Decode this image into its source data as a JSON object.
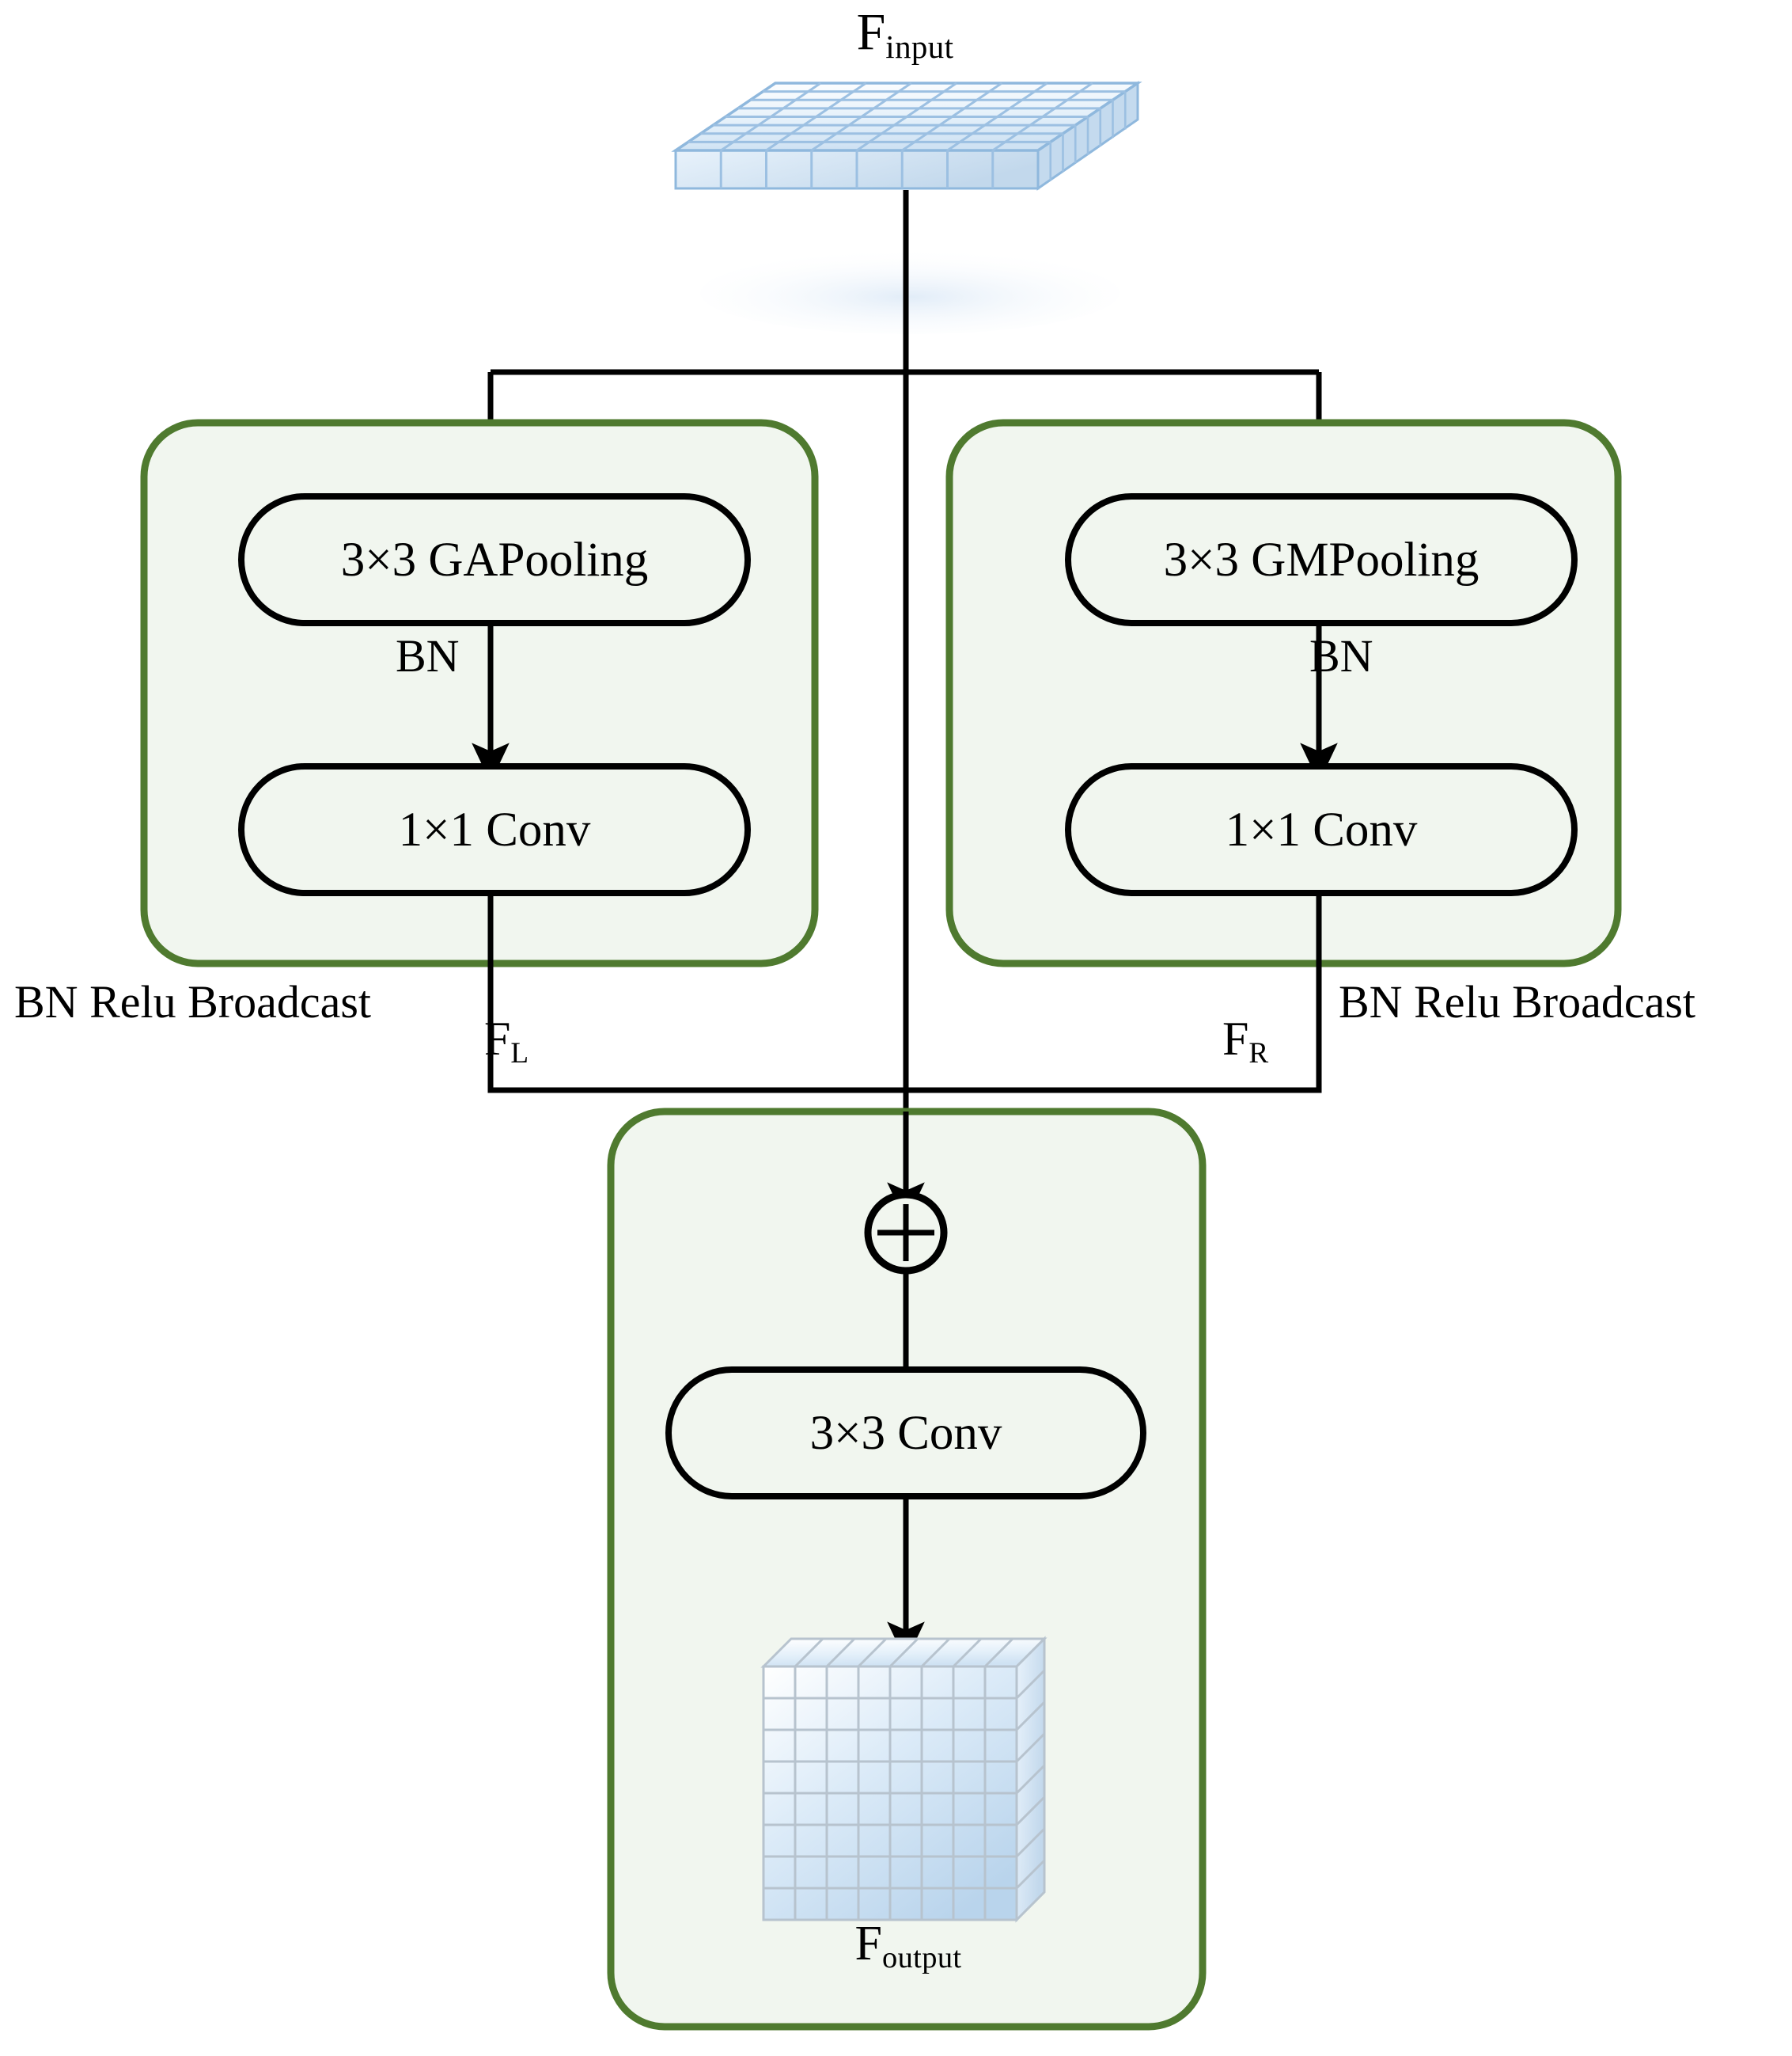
{
  "diagram": {
    "title": "Attention module block diagram",
    "colors": {
      "panel_border": "#4f7a2f",
      "panel_fill": "#f1f6ef",
      "node_border": "#000000",
      "node_fill": "#f1f6ef",
      "arrow": "#000000",
      "tensor_blue": "#bed7ee",
      "tensor_edge": "#8fb8dd",
      "cube_edge": "#b7c3ce",
      "background": "#ffffff"
    },
    "input": {
      "label_main": "F",
      "label_sub": "input",
      "tensor_name": "input-feature-map-slab",
      "grid_cols": 8,
      "grid_rows": 8
    },
    "output": {
      "label_main": "F",
      "label_sub": "output",
      "tensor_name": "output-feature-cube",
      "grid_cols": 8,
      "grid_rows": 8
    },
    "left_branch": {
      "panel_name": "left-branch-panel",
      "nodes": [
        {
          "label": "3×3 GAPooling",
          "name": "ga-pooling-node"
        },
        {
          "label": "1×1 Conv",
          "name": "left-conv-node"
        }
      ],
      "edge_label": "BN",
      "panel_caption": "BN Relu Broadcast",
      "output_label_main": "F",
      "output_label_sub": "L"
    },
    "right_branch": {
      "panel_name": "right-branch-panel",
      "nodes": [
        {
          "label": "3×3 GMPooling",
          "name": "gm-pooling-node"
        },
        {
          "label": "1×1 Conv",
          "name": "right-conv-node"
        }
      ],
      "edge_label": "BN",
      "panel_caption": "BN Relu Broadcast",
      "output_label_main": "F",
      "output_label_sub": "R"
    },
    "merge_branch": {
      "panel_name": "merge-panel",
      "operator": "+",
      "nodes": [
        {
          "label": "3×3 Conv",
          "name": "merge-conv-node"
        }
      ]
    }
  }
}
